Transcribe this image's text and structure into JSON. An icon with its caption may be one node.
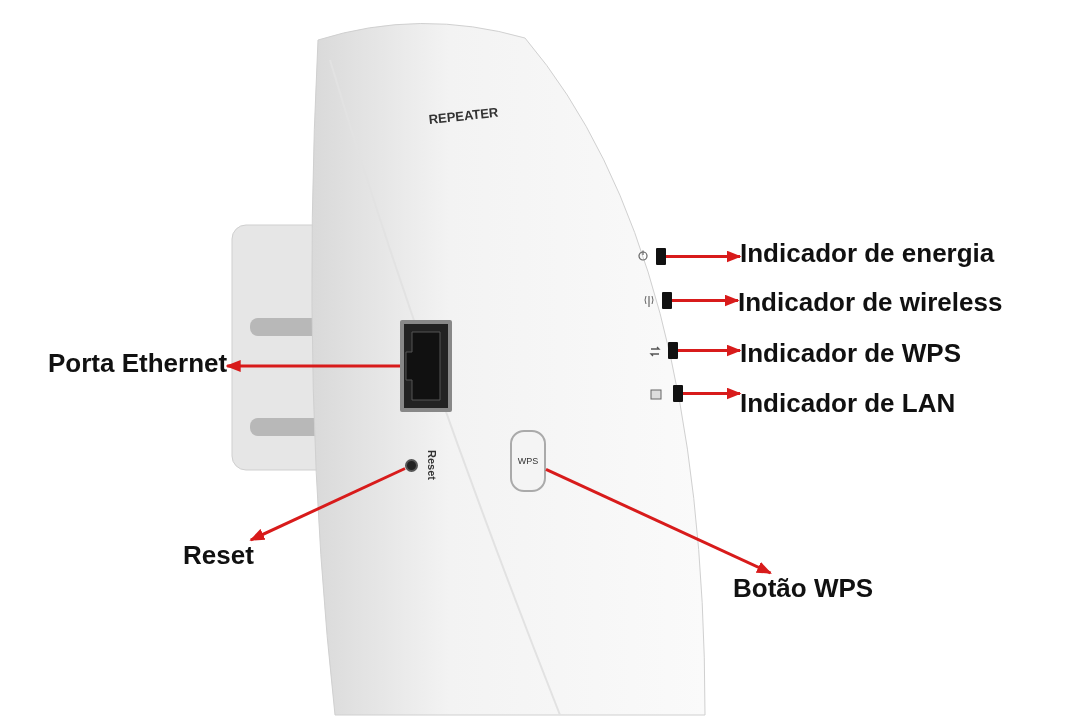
{
  "diagram": {
    "nodes": [
      {
        "text": [
          "Indicador de energia"
        ]
      },
      {
        "text": [
          "Indicador de wireless"
        ]
      },
      {
        "text": [
          "Indicador de WPS"
        ]
      },
      {
        "text": [
          "Indicador de LAN"
        ]
      },
      {
        "text": [
          "Porta Ethernet"
        ]
      },
      {
        "text": [
          "Reset"
        ]
      },
      {
        "text": [
          "Botão WPS"
        ]
      },
      {
        "text": [],
        "shape": "box"
      },
      {
        "text": [],
        "shape": "box"
      },
      {
        "text": [],
        "shape": "box"
      },
      {
        "text": [],
        "shape": "box"
      },
      {
        "text": [],
        "shape": "picture"
      },
      {
        "text": [],
        "shape": "circle"
      },
      {
        "text": [
          "WPS"
        ]
      }
    ],
    "edges": [
      {
        "from": 7,
        "to": 0,
        "arrow": "to"
      },
      {
        "from": 8,
        "to": 1,
        "arrow": "to"
      },
      {
        "from": 9,
        "to": 2,
        "arrow": "to"
      },
      {
        "from": 10,
        "to": 3,
        "arrow": "to"
      },
      {
        "from": 11,
        "to": 4,
        "arrow": "to"
      },
      {
        "from": 12,
        "to": 5,
        "arrow": "to"
      },
      {
        "from": 13,
        "to": 6,
        "arrow": "to"
      }
    ],
    "labels": [
      "REPEATER",
      "Reset"
    ]
  }
}
